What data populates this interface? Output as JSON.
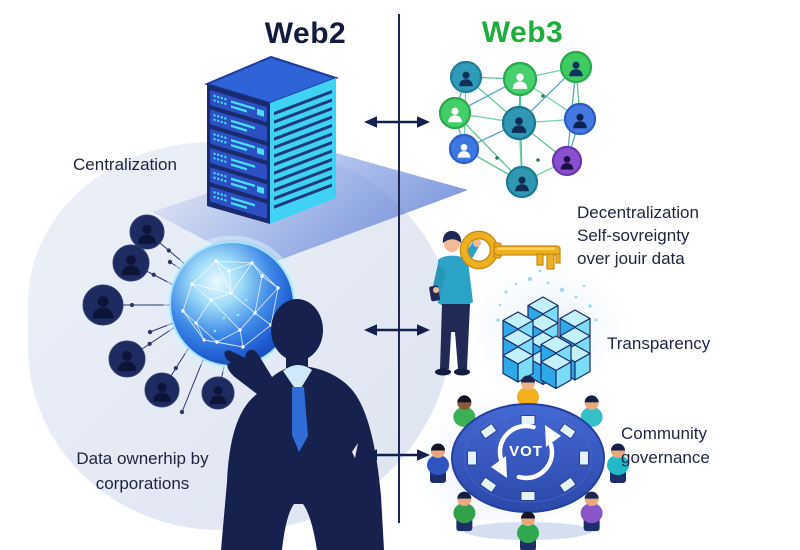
{
  "titles": {
    "web2": "Web2",
    "web3": "Web3"
  },
  "labels": {
    "centralization": "Centralization",
    "data_ownership": "Data ownerhip by\ncorporations",
    "decentralization": "Decentralization\nSelf-sovreignty\nover jouir data",
    "transparency": "Transparency",
    "community": "Community\ngovernance",
    "table_center": "VOT"
  },
  "colors": {
    "web2_title": "#121a3e",
    "web3_title": "#1fae3e",
    "label_text": "#1d2440",
    "divider": "#1d2752",
    "arrows": "#13204e",
    "silhouette": "#16214e",
    "server_front": "#1a2a6e",
    "server_side": "#3fd2f4",
    "server_top": "#2f63d8",
    "globe_blue": "#1f5fd2",
    "key_gold": "#edb021",
    "cube_cyan": "#7adcf6",
    "table_blue": "#3a5ec6",
    "background_blob": "#e6eaf5"
  },
  "icons": {
    "server": "server-icon",
    "globe": "globe-network-icon",
    "businessman": "businessman-silhouette-icon",
    "users": "user-avatar-icon",
    "arrows": "double-headed-arrow-icon",
    "key": "key-icon",
    "blockchain": "blockchain-cubes-icon",
    "table": "round-table-governance-icon",
    "network": "decentralized-network-icon",
    "vote_cycle": "vote-cycle-icon"
  },
  "web3_network": {
    "nodes": [
      {
        "color": "#2f9bb8",
        "ring": "#1e7e9c",
        "person": "#10305c"
      },
      {
        "color": "#46d06e",
        "ring": "#2aa84e",
        "person": "#ffffff"
      },
      {
        "color": "#3ecb62",
        "ring": "#28a94c",
        "person": "#11325e"
      },
      {
        "color": "#41cd68",
        "ring": "#2aa84e",
        "person": "#ffffff"
      },
      {
        "color": "#2f96b5",
        "ring": "#1b7795",
        "person": "#0f2b56"
      },
      {
        "color": "#4379e0",
        "ring": "#2b5cc4",
        "person": "#0e2150"
      },
      {
        "color": "#3e77e0",
        "ring": "#2a5ec8",
        "person": "#ffffff"
      },
      {
        "color": "#8a4fd0",
        "ring": "#6a35ad",
        "person": "#1a1140"
      },
      {
        "color": "#2f98b0",
        "ring": "#1c7a94",
        "person": "#0f2b56"
      }
    ]
  },
  "left_avatars": {
    "circle": "#1d2b60",
    "person": "#0c1437",
    "line": "#2a3866"
  },
  "table_people": [
    {
      "shirt": "#f2b01e",
      "skin": "#f0b088",
      "hair": "#1c2750"
    },
    {
      "shirt": "#35c0c8",
      "skin": "#e8a87c",
      "hair": "#14204a"
    },
    {
      "shirt": "#22b8c8",
      "skin": "#e8a87c",
      "hair": "#14204a"
    },
    {
      "shirt": "#8a55c8",
      "skin": "#e8a87c",
      "hair": "#1c2750"
    },
    {
      "shirt": "#2fa84f",
      "skin": "#e8a87c",
      "hair": "#101628"
    },
    {
      "shirt": "#33a04a",
      "skin": "#e8a87c",
      "hair": "#14204a"
    },
    {
      "shirt": "#2f55c0",
      "skin": "#e8a87c",
      "hair": "#101628"
    },
    {
      "shirt": "#3cb054",
      "skin": "#8a5a3a",
      "hair": "#101628"
    }
  ]
}
